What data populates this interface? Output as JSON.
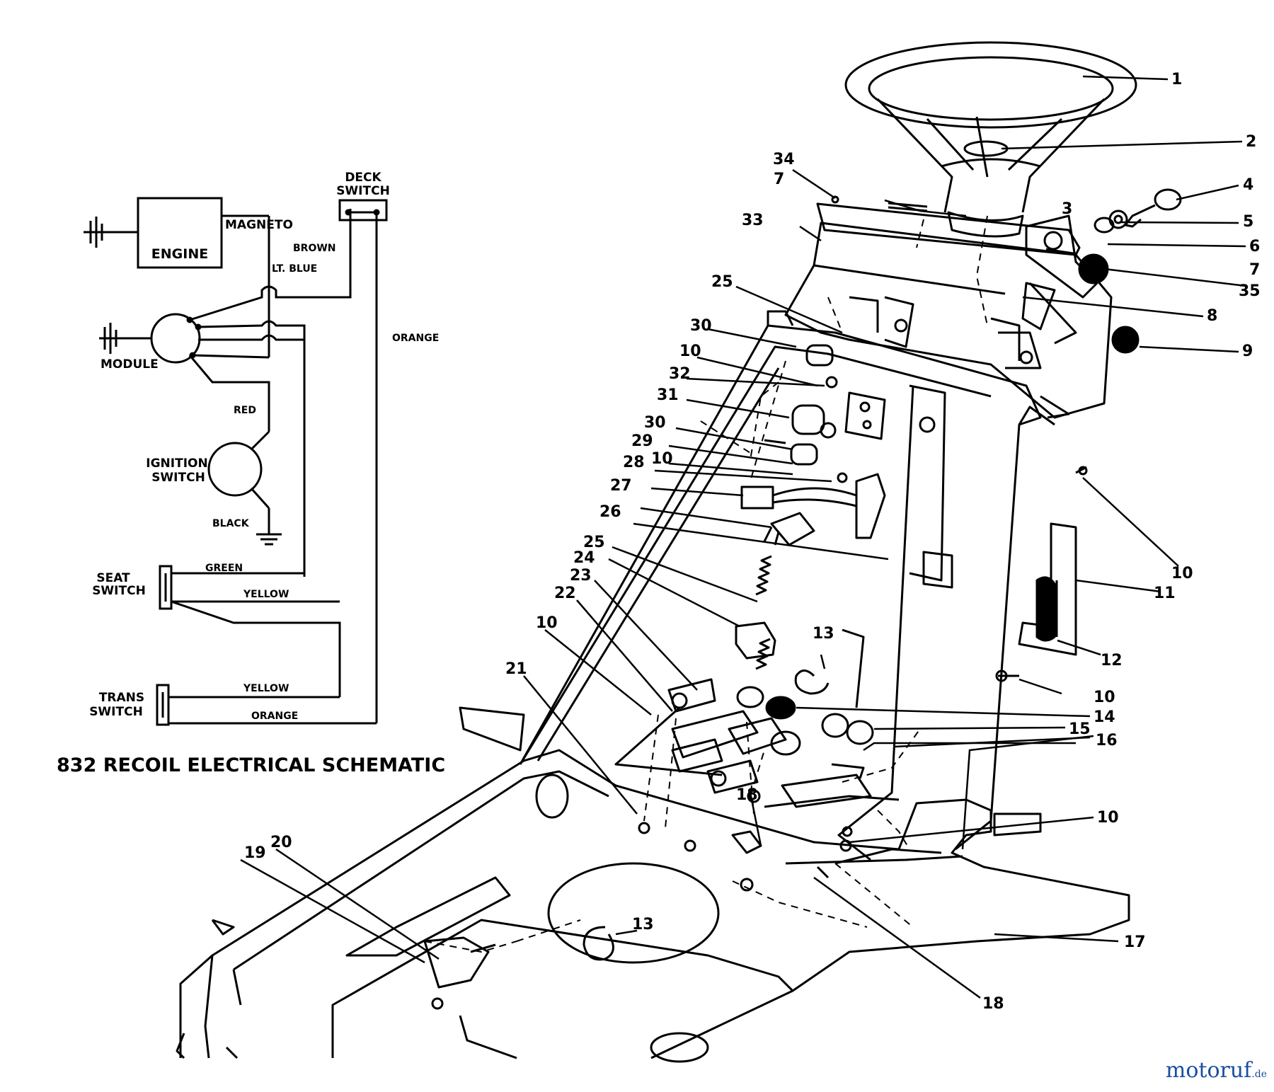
{
  "schematic": {
    "caption": "832 RECOIL ELECTRICAL SCHEMATIC",
    "components": {
      "engine": "ENGINE",
      "magneto": "MAGNETO",
      "module": "MODULE",
      "deck_switch": [
        "DECK",
        "SWITCH"
      ],
      "ignition_switch": [
        "IGNITION",
        "SWITCH"
      ],
      "seat_switch": [
        "SEAT",
        "SWITCH"
      ],
      "trans_switch": [
        "TRANS",
        "SWITCH"
      ]
    },
    "wires": {
      "brown": "BROWN",
      "lt_blue": "LT. BLUE",
      "orange_1": "ORANGE",
      "red": "RED",
      "black": "BLACK",
      "green": "GREEN",
      "yellow_1": "YELLOW",
      "yellow_2": "YELLOW",
      "orange_2": "ORANGE"
    }
  },
  "callouts": [
    "1",
    "2",
    "34",
    "7",
    "4",
    "33",
    "5",
    "3",
    "6",
    "7",
    "35",
    "25",
    "8",
    "30",
    "9",
    "10",
    "32",
    "31",
    "30",
    "29",
    "10",
    "28",
    "27",
    "26",
    "10",
    "25",
    "24",
    "11",
    "23",
    "22",
    "12",
    "10",
    "13",
    "21",
    "10",
    "14",
    "15",
    "16",
    "18",
    "10",
    "19",
    "20",
    "13",
    "17",
    "18"
  ],
  "watermark": {
    "main": "motoruf",
    "suffix": ".de"
  }
}
